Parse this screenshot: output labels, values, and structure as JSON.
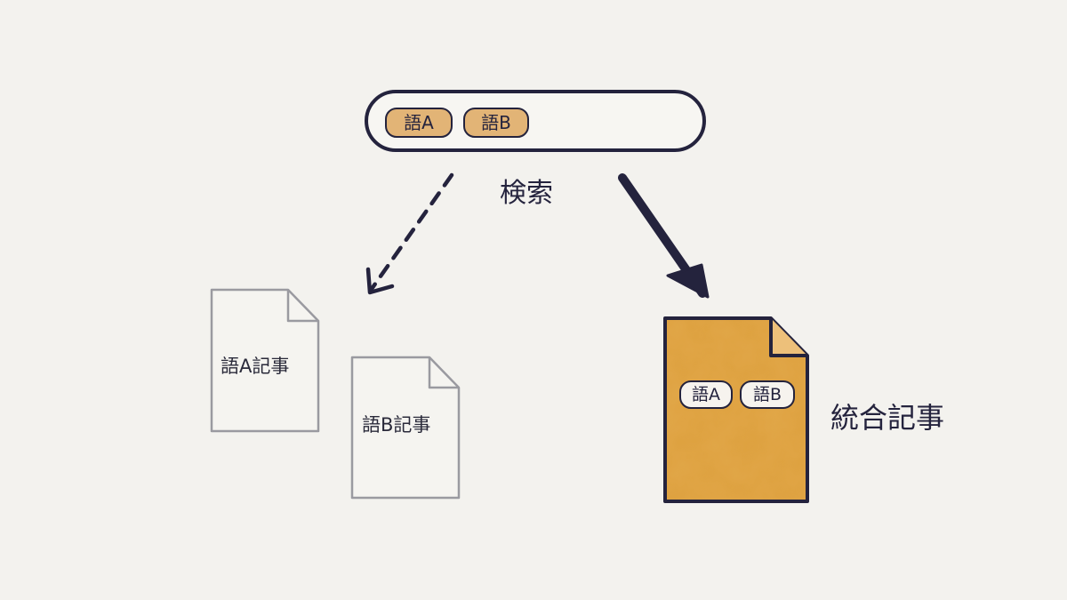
{
  "search_bar": {
    "tags": [
      "語A",
      "語B"
    ],
    "caption": "検索"
  },
  "documents": {
    "doc_a_label": "語A記事",
    "doc_b_label": "語B記事",
    "merged": {
      "tags": [
        "語A",
        "語B"
      ],
      "label": "統合記事"
    }
  },
  "colors": {
    "ink": "#24233d",
    "accent": "#e2a84a",
    "faded": "#9a9aa0",
    "background": "#f3f2ee"
  }
}
